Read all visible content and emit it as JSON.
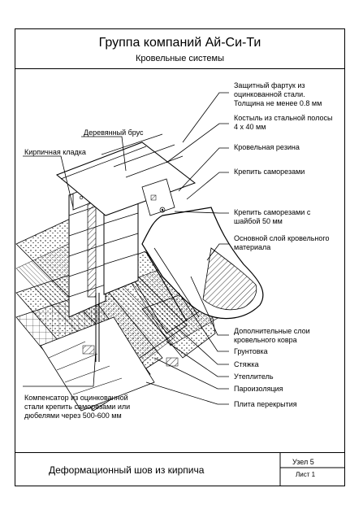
{
  "header": {
    "title": "Группа компаний Ай-Си-Ти",
    "subtitle": "Кровельные системы"
  },
  "labels": {
    "fartuk": [
      "Защитный фартук из",
      "оцинкованной стали.",
      "Толщина не менее 0.8 мм"
    ],
    "kostyl": [
      "Костыль из стальной полосы",
      "4 х 40 мм"
    ],
    "rezina": "Кровельная резина",
    "krepit1": "Крепить саморезами",
    "krepit2": [
      "Крепить саморезами с",
      "шайбой 50 мм"
    ],
    "osnovnoy": [
      "Основной слой кровельного",
      "материала"
    ],
    "dop": [
      "Дополнительные слои",
      "кровельного ковра"
    ],
    "gruntovka": "Грунтовка",
    "styazhka": "Стяжка",
    "uteplitel": "Утеплитель",
    "paroizolyaciya": "Пароизоляция",
    "plita": "Плита перекрытия",
    "brus": "Деревянный брус",
    "kladka": "Кирпичная кладка",
    "kompensator": [
      "Компенсатор из оцинкованной",
      "стали крепить саморезами или",
      "дюбелями через 500-600 мм"
    ]
  },
  "stamp": {
    "name": "Деформационный шов из кирпича",
    "node": "Узел 5",
    "sheet": "Лист 1"
  }
}
